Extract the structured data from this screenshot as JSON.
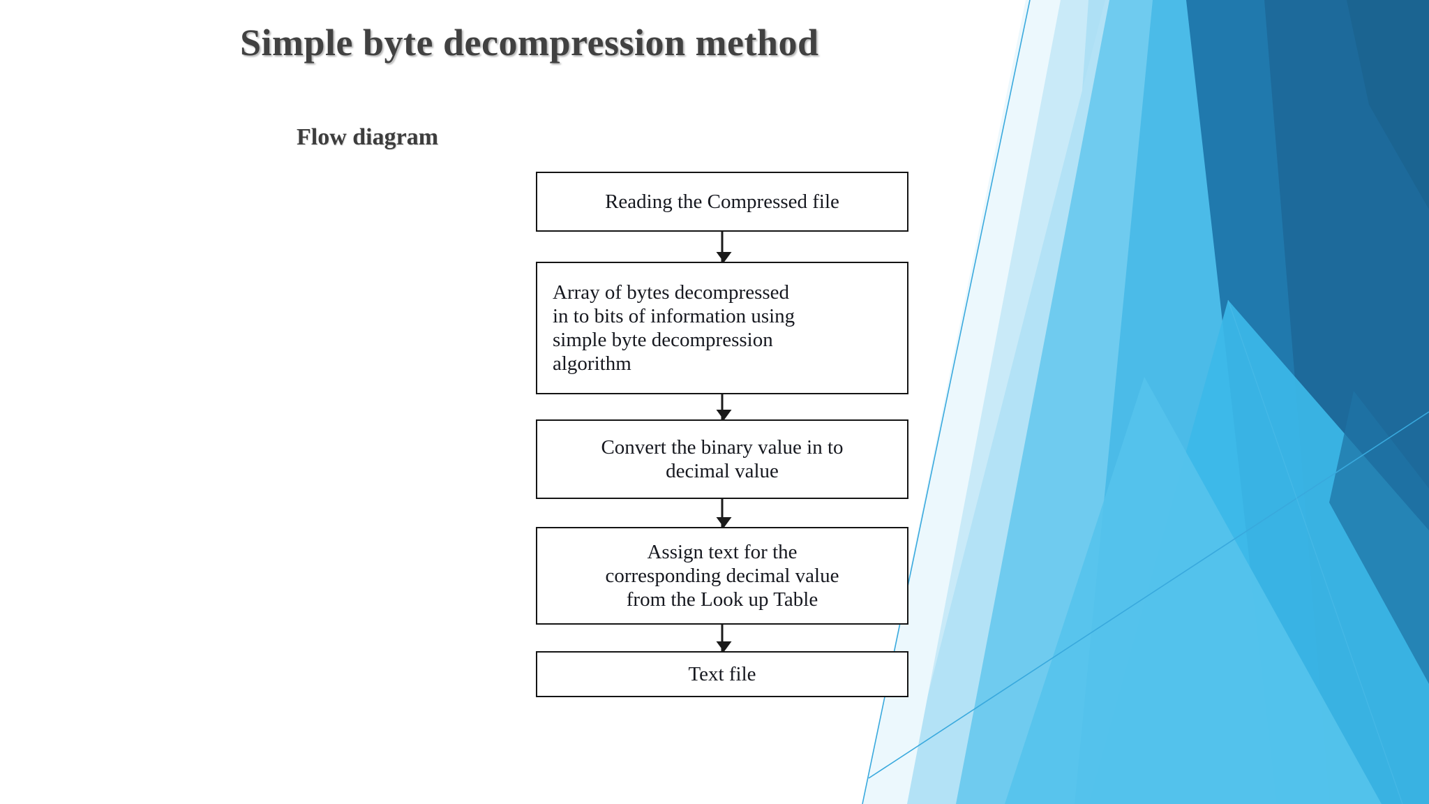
{
  "slide": {
    "title": "Simple byte decompression method",
    "subtitle": "Flow diagram",
    "background_color": "#ffffff",
    "title_color": "#414141"
  },
  "theme": {
    "accent_light": "#a9e0f7",
    "accent_mid": "#56c2ec",
    "accent_bright": "#3cb8e8",
    "accent_deep": "#2079ad",
    "accent_dark": "#1d6a9b",
    "accent_pale": "#dff3fc",
    "hairline": "#39a9dd"
  },
  "flowchart": {
    "steps": [
      {
        "id": "step-reading-compressed-file",
        "align": "center",
        "height": 86,
        "lines": [
          "Reading the Compressed file"
        ]
      },
      {
        "id": "step-array-of-bytes-decompressed",
        "align": "left",
        "height": 190,
        "lines": [
          "Array of bytes decompressed",
          "in to bits of information using",
          "simple byte decompression",
          "algorithm"
        ]
      },
      {
        "id": "step-convert-binary-to-decimal",
        "align": "center",
        "height": 114,
        "lines": [
          "Convert the binary value in to",
          "decimal value"
        ]
      },
      {
        "id": "step-assign-text-from-lookup-table",
        "align": "center",
        "height": 140,
        "lines": [
          "Assign text for the",
          "corresponding decimal value",
          "from the Look up Table"
        ]
      },
      {
        "id": "step-text-file",
        "align": "center",
        "height": 66,
        "lines": [
          "Text file"
        ]
      }
    ],
    "connector_gaps": [
      43,
      36,
      40,
      38
    ],
    "connector_label": "downward-arrow"
  }
}
